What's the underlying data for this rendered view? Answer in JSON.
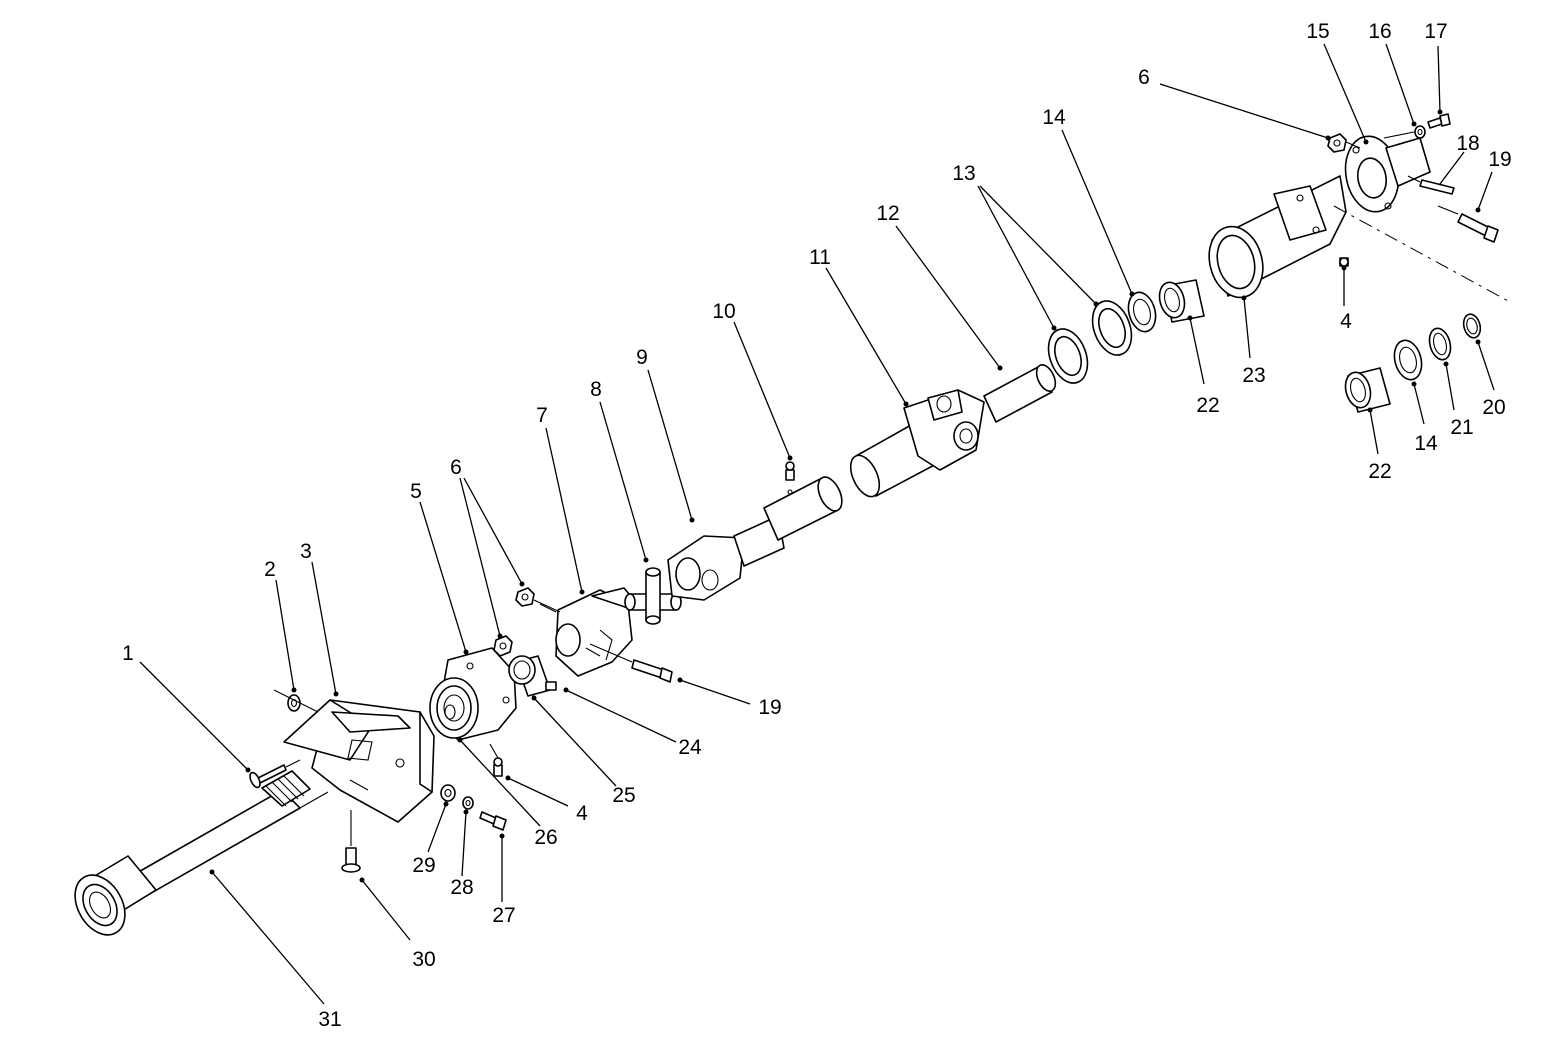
{
  "callouts": [
    {
      "id": "c1",
      "label": "1"
    },
    {
      "id": "c2",
      "label": "2"
    },
    {
      "id": "c3",
      "label": "3"
    },
    {
      "id": "c4a",
      "label": "4"
    },
    {
      "id": "c4b",
      "label": "4"
    },
    {
      "id": "c5",
      "label": "5"
    },
    {
      "id": "c6a",
      "label": "6"
    },
    {
      "id": "c6b",
      "label": "6"
    },
    {
      "id": "c7",
      "label": "7"
    },
    {
      "id": "c8",
      "label": "8"
    },
    {
      "id": "c9",
      "label": "9"
    },
    {
      "id": "c10",
      "label": "10"
    },
    {
      "id": "c11",
      "label": "11"
    },
    {
      "id": "c12",
      "label": "12"
    },
    {
      "id": "c13",
      "label": "13"
    },
    {
      "id": "c14a",
      "label": "14"
    },
    {
      "id": "c14b",
      "label": "14"
    },
    {
      "id": "c15",
      "label": "15"
    },
    {
      "id": "c16",
      "label": "16"
    },
    {
      "id": "c17",
      "label": "17"
    },
    {
      "id": "c18",
      "label": "18"
    },
    {
      "id": "c19a",
      "label": "19"
    },
    {
      "id": "c19b",
      "label": "19"
    },
    {
      "id": "c20",
      "label": "20"
    },
    {
      "id": "c21",
      "label": "21"
    },
    {
      "id": "c22a",
      "label": "22"
    },
    {
      "id": "c22b",
      "label": "22"
    },
    {
      "id": "c23",
      "label": "23"
    },
    {
      "id": "c24",
      "label": "24"
    },
    {
      "id": "c25",
      "label": "25"
    },
    {
      "id": "c26",
      "label": "26"
    },
    {
      "id": "c27",
      "label": "27"
    },
    {
      "id": "c28",
      "label": "28"
    },
    {
      "id": "c29",
      "label": "29"
    },
    {
      "id": "c30",
      "label": "30"
    },
    {
      "id": "c31",
      "label": "31"
    }
  ]
}
